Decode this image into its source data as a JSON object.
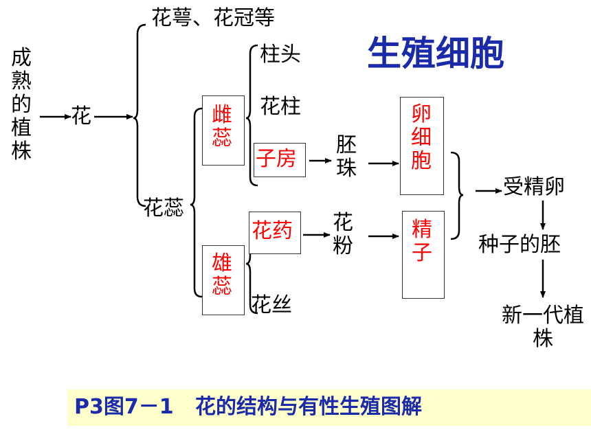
{
  "title": "生殖细胞",
  "nodes": {
    "mature_plant": "成熟的植株",
    "flower": "花",
    "sepal_petal": "花萼、花冠等",
    "pistil_stamen": "花蕊",
    "pistil": "雌蕊",
    "stamen": "雄蕊",
    "stigma": "柱头",
    "style": "花柱",
    "ovary": "子房",
    "anther": "花药",
    "filament": "花丝",
    "ovule": "胚珠",
    "pollen": "花粉",
    "egg_cell": "卵细胞",
    "sperm": "精子",
    "zygote": "受精卵",
    "embryo": "种子的胚",
    "new_generation": "新一代植株"
  },
  "caption": "P3图7－1   花的结构与有性生殖图解",
  "colors": {
    "red_text": "#ff0000",
    "title_blue": "#1a2aa8",
    "caption_bg": "#ffffcc"
  }
}
